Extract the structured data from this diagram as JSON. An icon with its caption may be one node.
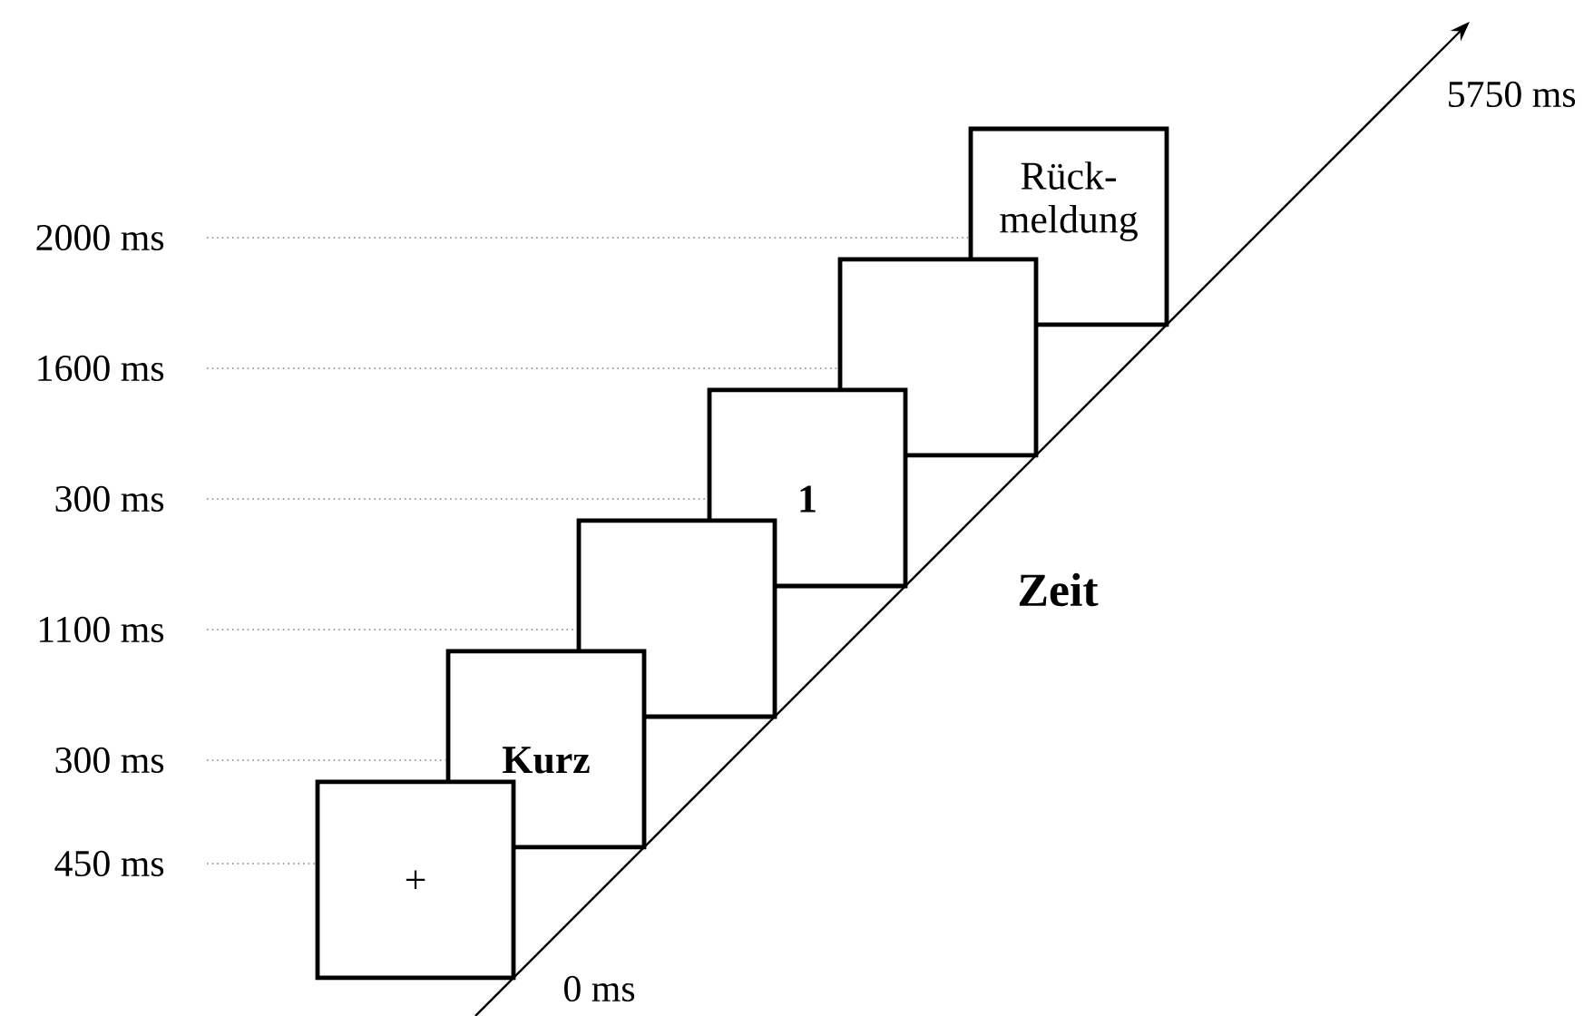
{
  "diagram": {
    "nodes": [
      {
        "text": [
          "+"
        ]
      },
      {
        "text": [
          "Kurz"
        ]
      },
      {
        "text": [],
        "shape": "box"
      },
      {
        "text": [
          "1"
        ]
      },
      {
        "text": [],
        "shape": "box"
      },
      {
        "text": [
          "Rück- meldung"
        ]
      },
      {
        "text": [
          "2000 ms"
        ]
      },
      {
        "text": [
          "1600 ms"
        ]
      },
      {
        "text": [
          "300 ms"
        ]
      },
      {
        "text": [
          "1100 ms"
        ]
      },
      {
        "text": [
          "300 ms"
        ]
      },
      {
        "text": [
          "450 ms"
        ]
      }
    ],
    "edges": [
      {
        "from": 6,
        "to": 5,
        "arrow": "none"
      },
      {
        "from": 7,
        "to": 4,
        "arrow": "none"
      },
      {
        "from": 8,
        "to": 3,
        "arrow": "none"
      },
      {
        "from": 9,
        "to": 2,
        "arrow": "none"
      },
      {
        "from": 10,
        "to": 1,
        "arrow": "none"
      },
      {
        "from": 11,
        "to": 0,
        "arrow": "none"
      }
    ],
    "labels": [
      "5750 ms",
      "Zeit",
      "0 ms"
    ]
  }
}
